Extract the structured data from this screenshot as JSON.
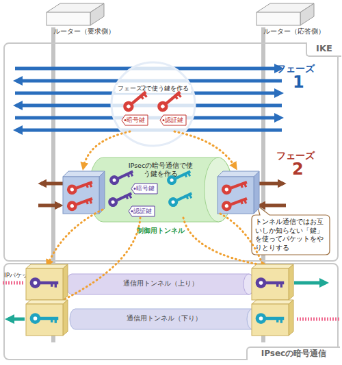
{
  "diagram": {
    "nodes": [
      {
        "text": [
          "ルーター（要求側）"
        ]
      },
      {
        "text": [
          "ルーター（応答側）"
        ]
      },
      {
        "text": [
          "IKE"
        ]
      },
      {
        "text": [
          "フェーズ2で使う鍵を作る"
        ],
        "in": 2
      },
      {
        "text": [
          "暗号鍵"
        ],
        "in": 3
      },
      {
        "text": [
          "認証鍵"
        ],
        "in": 3
      },
      {
        "text": [
          "IPsecの暗号通信で使う鍵を作る",
          "制御用トンネル"
        ],
        "in": 2
      },
      {
        "text": [
          "暗号鍵"
        ],
        "in": 6
      },
      {
        "text": [
          "認証鍵"
        ],
        "in": 6
      },
      {
        "text": [
          "トンネル通信ではお互いしか知らない「鍵」を使ってパケットをやりとりする"
        ],
        "in": 2
      },
      {
        "text": [
          "IPsecの暗号通信"
        ]
      },
      {
        "text": [
          "通信用トンネル（上り）"
        ],
        "in": 10
      },
      {
        "text": [
          "通信用トンネル（下り）"
        ],
        "in": 10
      }
    ],
    "labels": [
      "フェーズ",
      "1",
      "フェーズ",
      "2",
      "IPパケット"
    ]
  }
}
